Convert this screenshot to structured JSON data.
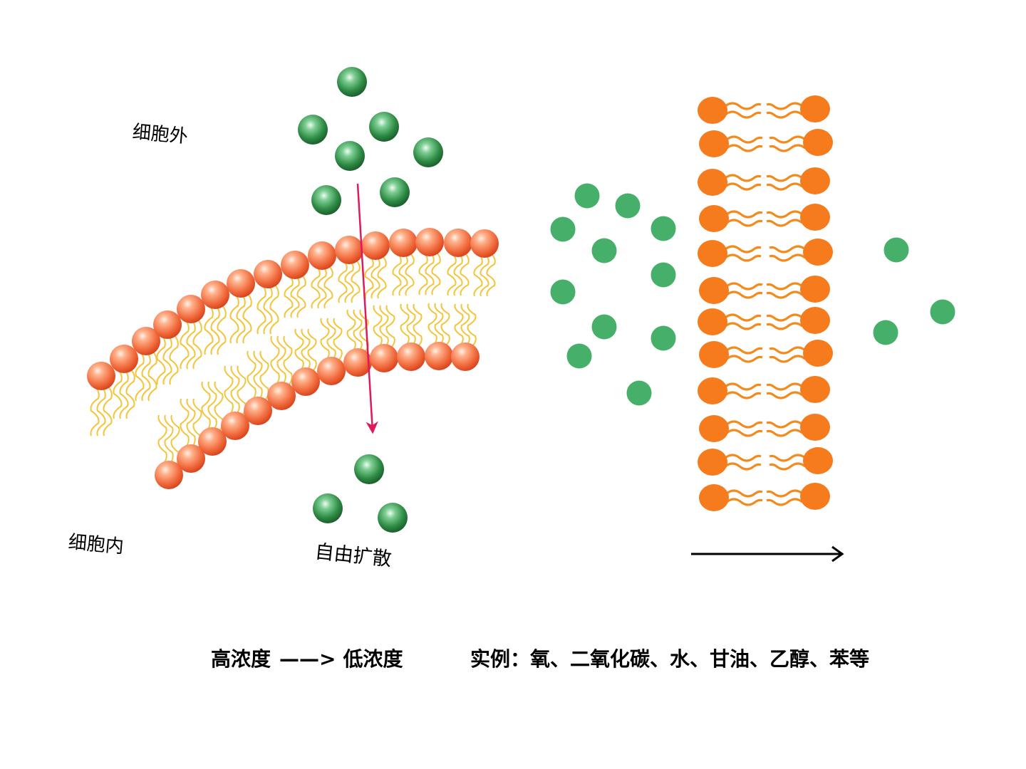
{
  "labels": {
    "outside": "细胞外",
    "inside": "细胞内",
    "process": "自由扩散"
  },
  "bottom": {
    "high": "高浓度",
    "arrow": "——>",
    "low": "低浓度",
    "examples": "实例：氧、二氧化碳、水、甘油、乙醇、苯等"
  },
  "colors": {
    "molecule_green": "#2e8b45",
    "flat_green": "#46b06a",
    "lipid_head": "#f06a3c",
    "flat_head": "#f57b1c",
    "tail_yellow": "#f2c53a",
    "tail_orange": "#f28a1c",
    "flow_arrow": "#e0185c"
  }
}
